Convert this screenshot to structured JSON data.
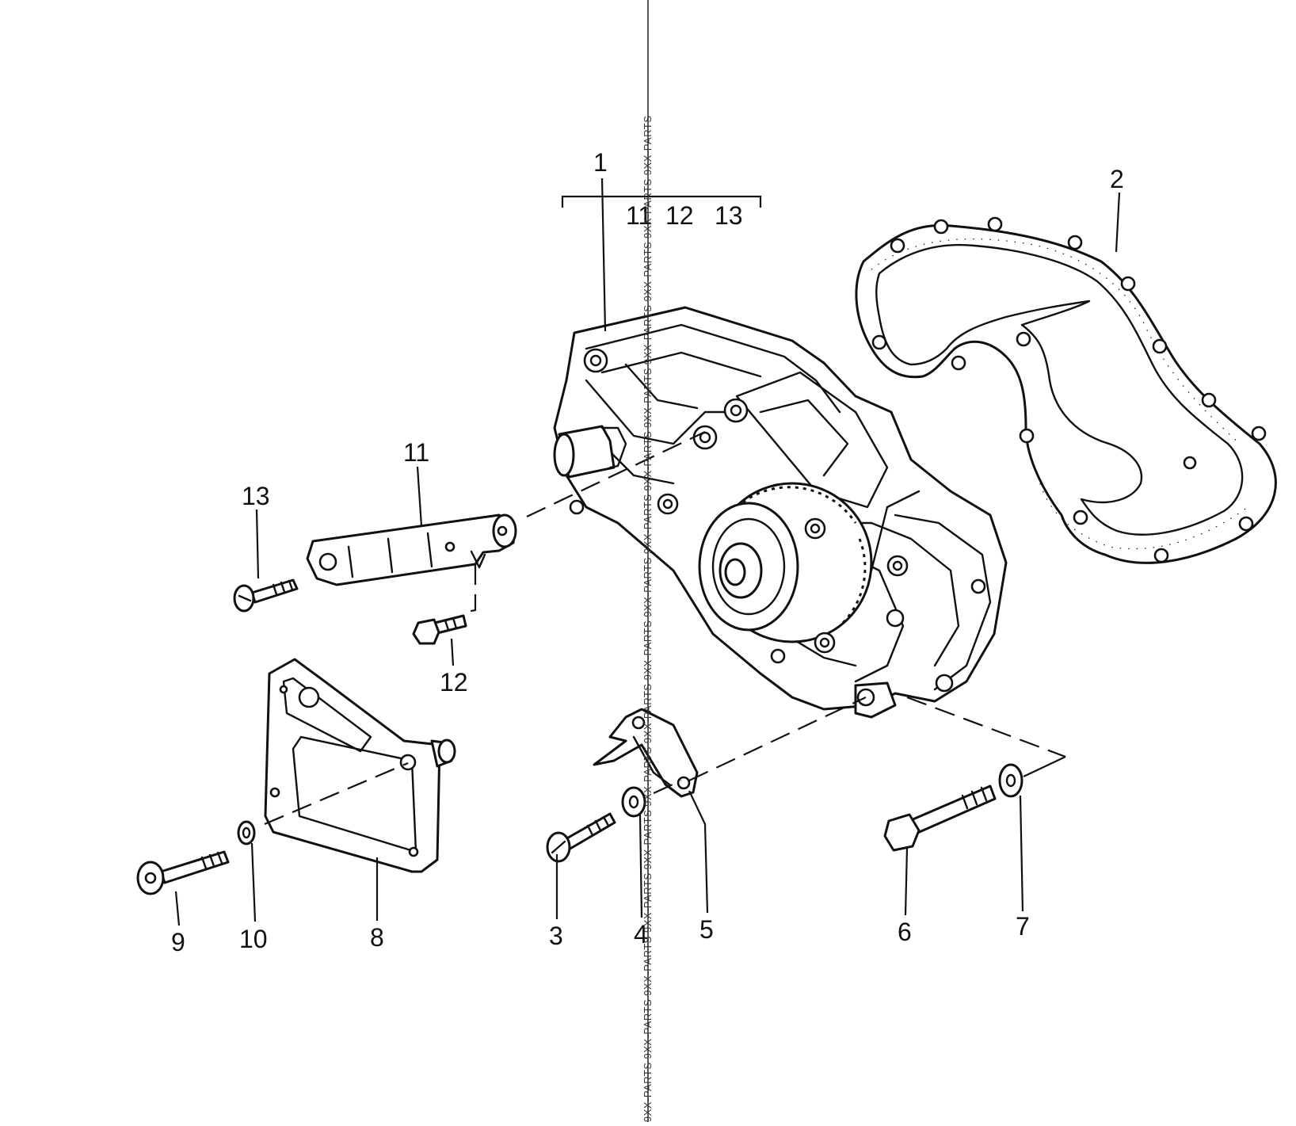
{
  "labels": {
    "l1": "1",
    "l2": "2",
    "l3": "3",
    "l4": "4",
    "l5": "5",
    "l6": "6",
    "l7": "7",
    "l8": "8",
    "l9": "9",
    "l10": "10",
    "l11": "11",
    "l12": "12",
    "l13": "13",
    "kit_11": "11",
    "kit_12": "12",
    "kit_13": "13"
  },
  "watermark": {
    "text": "9XX-PARTS 9XX-PARTS 9XX-PARTS 9XX-PARTS 9XX-PARTS 9XX-PARTS 9XX-PARTS 9XX-PARTS 9XX-PARTS 9XX-PARTS 9XX-PARTS 9XX-PARTS 9XX-PARTS 9XX-PARTS 9XX-PARTS 9XX-PARTS"
  }
}
